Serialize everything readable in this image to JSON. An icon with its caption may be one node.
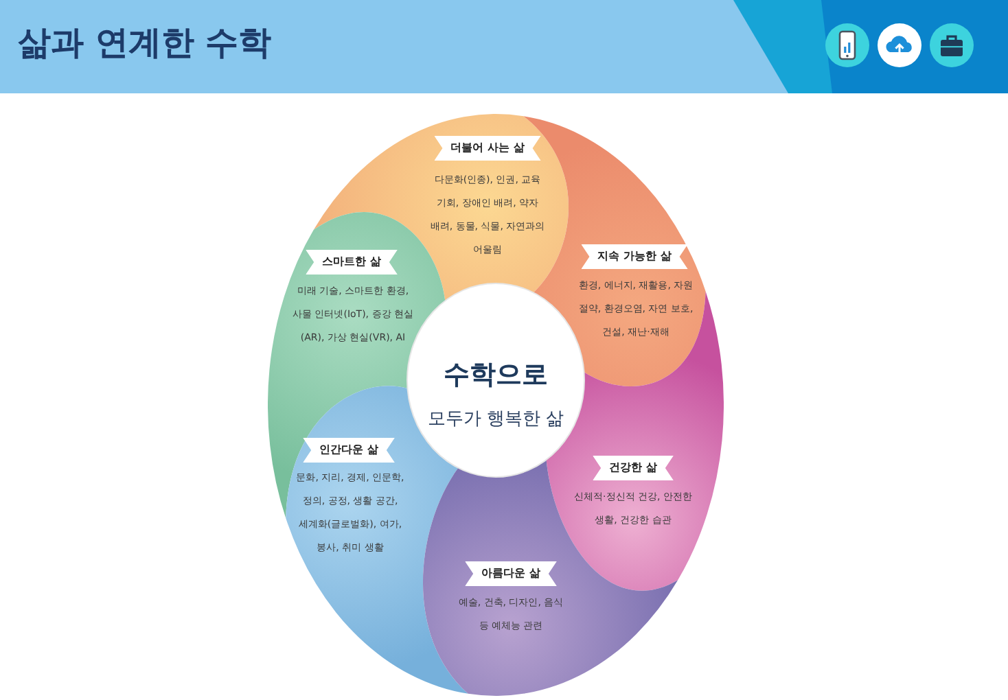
{
  "diagram": {
    "title": "삶과 연계한 수학",
    "nodes": [
      {
        "text": [
          "더불어 사는 삶",
          "다문화(인종), 인권, 교육 기회, 장애인 배려, 약자 배려, 동물, 식물, 자연과의 어울림"
        ]
      },
      {
        "text": [
          "스마트한 삶",
          "미래 기술, 스마트한 환경, 사물 인터넷(IoT), 증강 현실(AR), 가상 현실(VR), AI"
        ]
      },
      {
        "text": [
          "지속 가능한 삶",
          "환경, 에너지, 재활용, 자원 절약, 환경오염, 자연 보호, 건설, 재난·재해"
        ]
      },
      {
        "text": [
          "수학으로",
          "모두가 행복한 삶"
        ]
      },
      {
        "text": [
          "인간다운 삶",
          "문화, 지리, 경제, 인문학, 정의, 공정, 생활 공간, 세계화(글로벌화), 여가, 봉사, 취미 생활"
        ]
      },
      {
        "text": [
          "건강한 삶",
          "신체적·정신적 건강, 안전한 생활, 건강한 습관"
        ]
      },
      {
        "text": [
          "아름다운 삶",
          "예술, 건축, 디자인, 음식 등 예체능 관련"
        ]
      }
    ]
  }
}
